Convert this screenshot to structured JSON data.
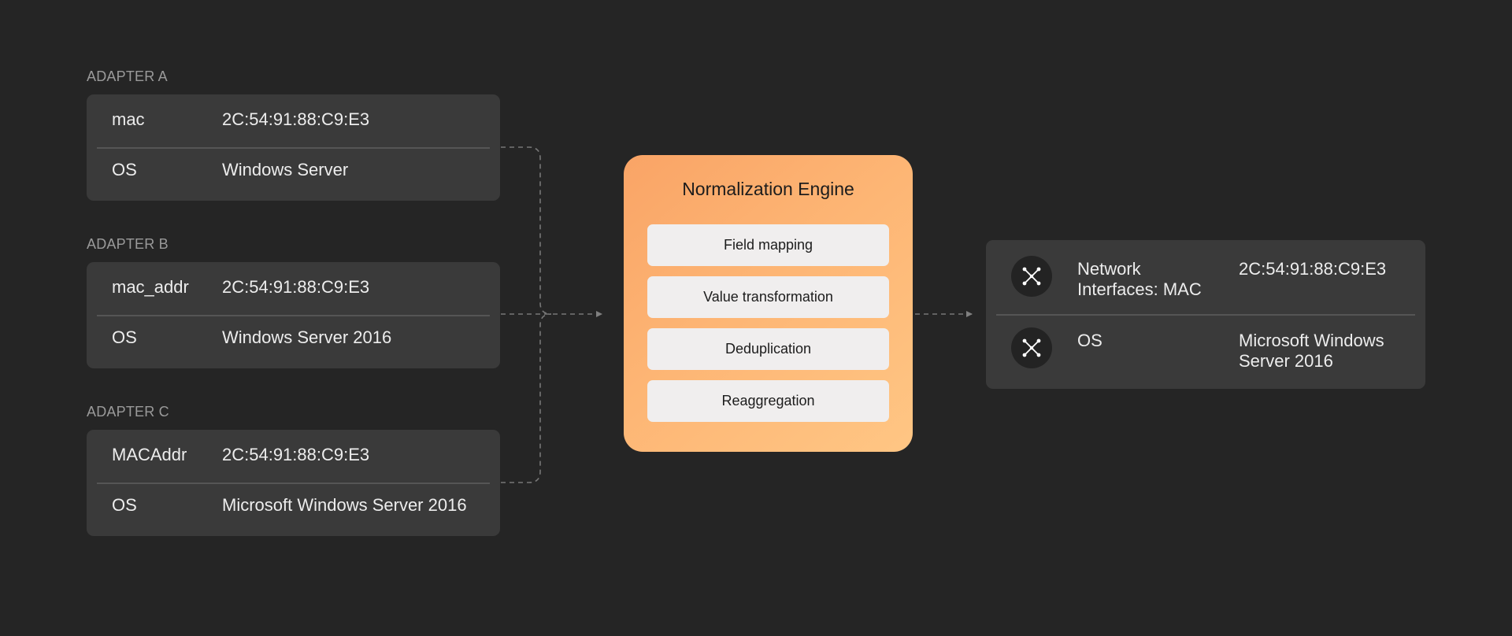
{
  "adapters": [
    {
      "label": "ADAPTER A",
      "rows": [
        {
          "key": "mac",
          "value": "2C:54:91:88:C9:E3"
        },
        {
          "key": "OS",
          "value": "Windows Server"
        }
      ]
    },
    {
      "label": "ADAPTER B",
      "rows": [
        {
          "key": "mac_addr",
          "value": "2C:54:91:88:C9:E3"
        },
        {
          "key": "OS",
          "value": "Windows Server 2016"
        }
      ]
    },
    {
      "label": "ADAPTER C",
      "rows": [
        {
          "key": "MACAddr",
          "value": "2C:54:91:88:C9:E3"
        },
        {
          "key": "OS",
          "value": "Microsoft Windows Server 2016"
        }
      ]
    }
  ],
  "engine": {
    "title": "Normalization Engine",
    "steps": [
      "Field mapping",
      "Value transformation",
      "Deduplication",
      "Reaggregation"
    ]
  },
  "result": {
    "rows": [
      {
        "icon": "network-node-icon",
        "key": "Network Interfaces: MAC",
        "value": "2C:54:91:88:C9:E3"
      },
      {
        "icon": "network-node-icon",
        "key": "OS",
        "value": "Microsoft Windows Server 2016"
      }
    ]
  },
  "colors": {
    "background": "#252525",
    "card": "#3a3a3a",
    "engine_gradient_start": "#f9a466",
    "engine_gradient_end": "#ffc684",
    "engine_step": "#f0eeee",
    "connector": "#777777"
  }
}
